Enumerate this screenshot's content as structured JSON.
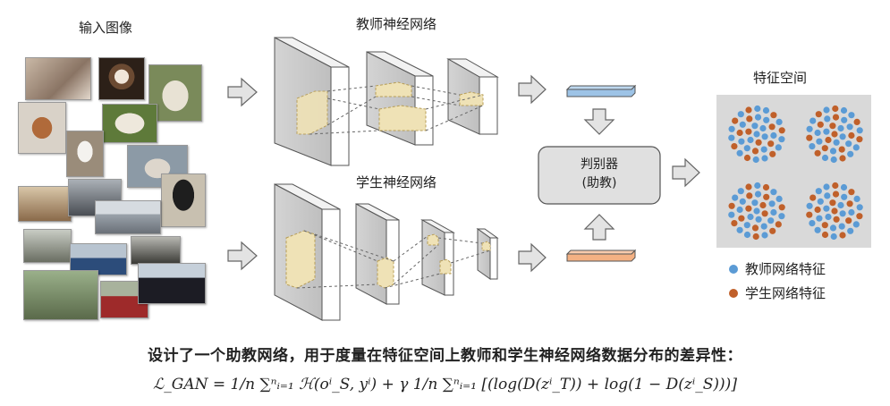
{
  "labels": {
    "input_images": "输入图像",
    "teacher_net": "教师神经网络",
    "student_net": "学生神经网络",
    "feature_space": "特征空间",
    "discriminator_line1": "判别器",
    "discriminator_line2": "(助教)"
  },
  "legend": [
    {
      "label": "教师网络特征",
      "color": "#5b9bd5"
    },
    {
      "label": "学生网络特征",
      "color": "#c0602a"
    }
  ],
  "caption": "设计了一个助教网络，用于度量在特征空间上教师和学生神经网络数据分布的差异性：",
  "formula": "ℒ_GAN = 1/n ∑ⁿᵢ₌₁ ℋ(oⁱ_S, yⁱ) + γ 1/n ∑ⁿᵢ₌₁ [(log(D(zⁱ_T)) + log(1 − D(zⁱ_S)))]",
  "colors": {
    "teacher_feature": "#5b9bd5",
    "student_feature": "#c0602a",
    "teacher_bar": "#9dc3e6",
    "student_bar": "#f4b183",
    "panel_bg": "#d9d9d9",
    "arrow_fill": "#e0e0e0"
  }
}
